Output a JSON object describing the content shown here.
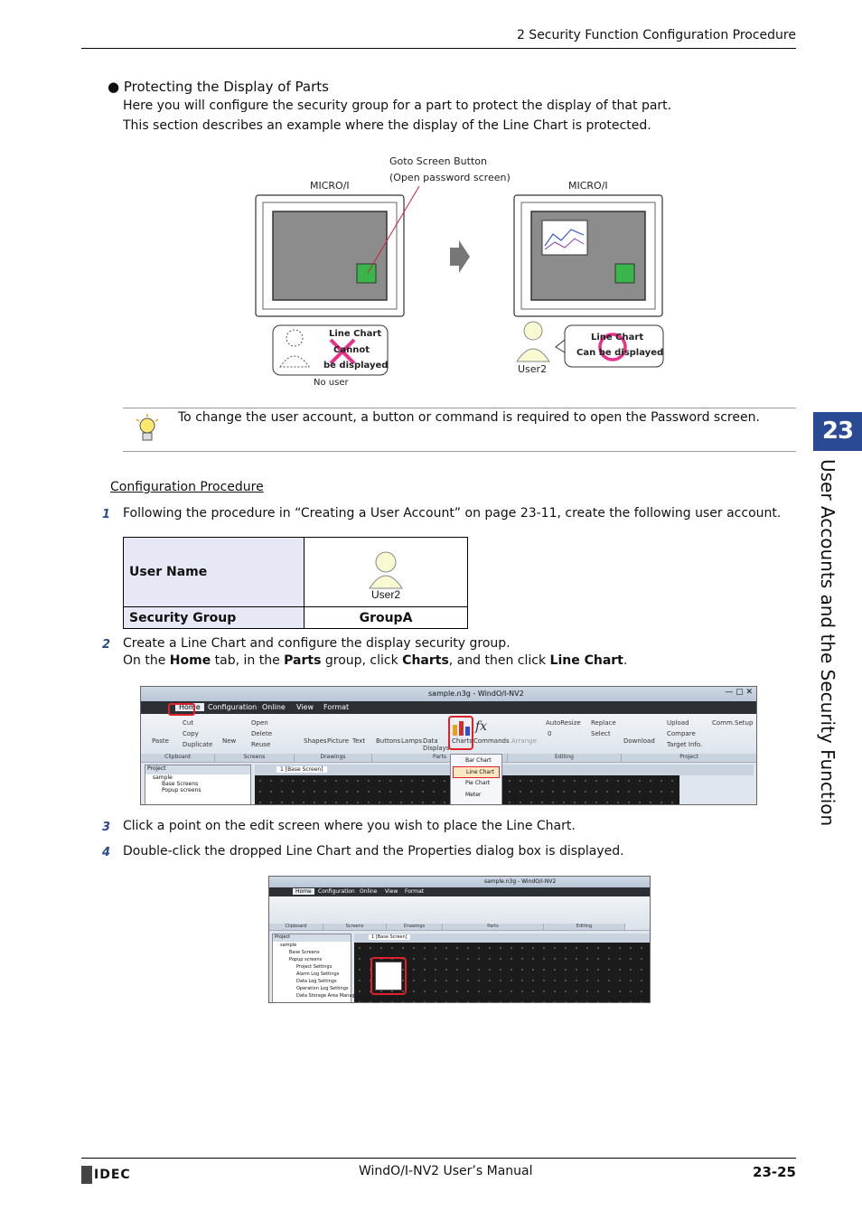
{
  "header": {
    "chapter_title": "2 Security Function Configuration Procedure"
  },
  "section": {
    "title": "Protecting the Display of Parts",
    "intro_1": "Here you will configure the security group for a part to protect the display of that part.",
    "intro_2": "This section describes an example where the display of the Line Chart is protected."
  },
  "diagram": {
    "callout_1": "Goto Screen Button",
    "callout_2": "(Open password screen)",
    "left_device": "MICRO/I",
    "right_device": "MICRO/I",
    "left_bubble": [
      "Line Chart",
      "Cannot",
      "be displayed"
    ],
    "left_user": "No user",
    "right_bubble": [
      "Line Chart",
      "Can be displayed"
    ],
    "right_user": "User2",
    "colors": {
      "panel_green": "#39b54a",
      "cross_mark": "#e8318a",
      "screen_gray": "#8c8c8c"
    }
  },
  "note": {
    "text": "To change the user account, a button or command is required to open the Password screen.",
    "icon": "lightbulb-icon"
  },
  "side_tab": {
    "number": "23",
    "title": "User Accounts and the Security Function",
    "color": "#2a4a94"
  },
  "procedure": {
    "heading": "Configuration Procedure",
    "step1_num": "1",
    "step1": "Following the procedure in “Creating a User Account” on page 23-11, create the following user account.",
    "table": {
      "row1_label": "User Name",
      "row1_value": "User2",
      "row2_label": "Security Group",
      "row2_value": "GroupA"
    },
    "step2_num": "2",
    "step2_line1": "Create a Line Chart and configure the display security group.",
    "step2_a": "On the ",
    "step2_home": "Home",
    "step2_b": " tab, in the ",
    "step2_parts": "Parts",
    "step2_c": " group, click ",
    "step2_charts": "Charts",
    "step2_d": ", and then click ",
    "step2_line": "Line Chart",
    "step2_e": ".",
    "step3_num": "3",
    "step3": "Click a point on the edit screen where you wish to place the Line Chart.",
    "step4_num": "4",
    "step4": "Double-click the dropped Line Chart and the Properties dialog box is displayed."
  },
  "shot1": {
    "title": "sample.n3g - WindO/I-NV2",
    "tabs": [
      "Home",
      "Configuration",
      "Online",
      "View",
      "Format"
    ],
    "buttons": {
      "paste": "Paste",
      "cut": "Cut",
      "copy": "Copy",
      "duplicate": "Duplicate",
      "new": "New",
      "open": "Open",
      "delete": "Delete",
      "reuse": "Reuse",
      "shapes": "Shapes",
      "picture": "Picture",
      "text": "Text",
      "buttons": "Buttons",
      "lamps": "Lamps",
      "data_displays": "Data Displays",
      "charts": "Charts",
      "commands": "Commands",
      "arrange": "Arrange",
      "autoresize": "AutoResize",
      "replace": "Replace",
      "select": "Select",
      "zero": "0",
      "download": "Download",
      "upload": "Upload",
      "compare": "Compare",
      "target_info": "Target Info.",
      "comm_setup": "Comm.Setup"
    },
    "groups": [
      "Clipboard",
      "Screens",
      "Drawings",
      "Parts",
      "Editing",
      "Project"
    ],
    "project_label": "Project",
    "tree": [
      "sample",
      "Base Screens",
      "Popup screens"
    ],
    "doc_tab": "1  [Base Screen]",
    "menu": [
      "Bar Chart",
      "Line Chart",
      "Pie Chart",
      "Meter"
    ],
    "highlight": "#e0202a"
  },
  "shot2": {
    "title": "sample.n3g - WindO/I-NV2",
    "tabs": [
      "Home",
      "Configuration",
      "Online",
      "View",
      "Format"
    ],
    "groups": [
      "Clipboard",
      "Screens",
      "Drawings",
      "Parts",
      "Editing"
    ],
    "project_label": "Project",
    "tree": [
      "sample",
      "Base Screens",
      "Popup screens",
      "Project Settings",
      "Alarm Log Settings",
      "Data Log Settings",
      "Operation Log Settings",
      "Data Storage Area Manag"
    ],
    "doc_tab": "1  [Base Screen]"
  },
  "footer": {
    "manual": "WindO/I-NV2 User’s Manual",
    "page": "23-25",
    "brand": "IDEC"
  }
}
